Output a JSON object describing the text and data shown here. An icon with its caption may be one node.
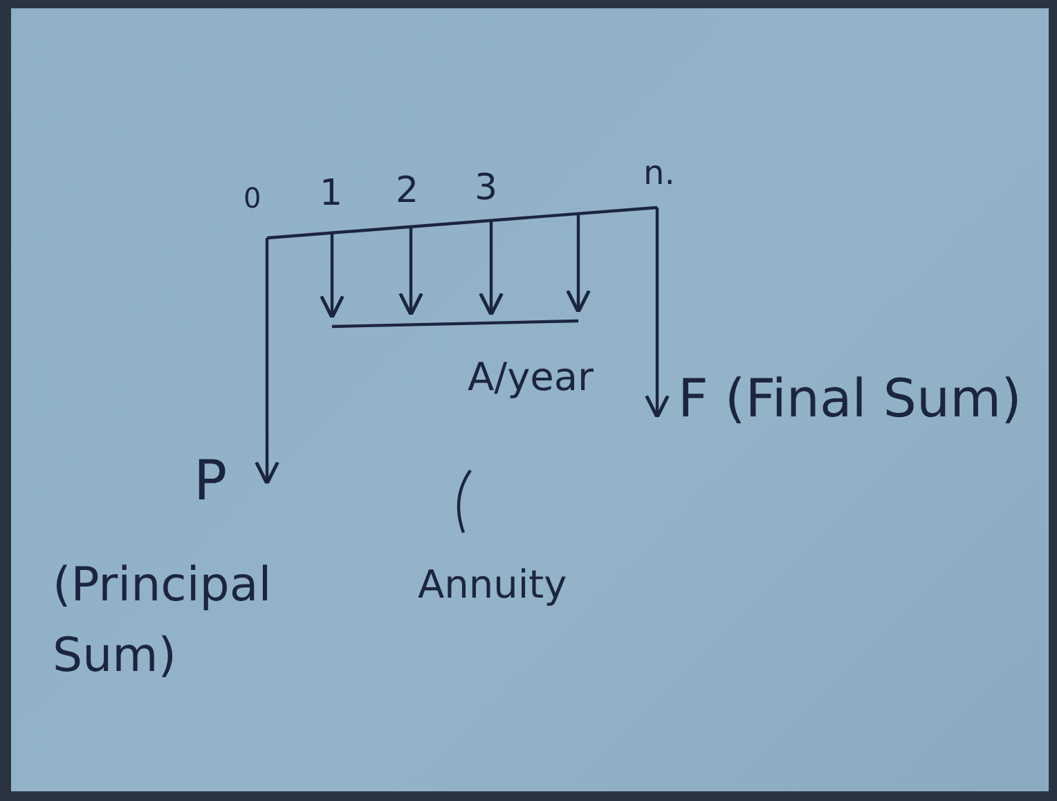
{
  "diagram": {
    "labels": [
      "0",
      "1",
      "2",
      "3",
      "n.",
      "P",
      "(Principal Sum)",
      "A/year",
      "Annuity",
      "F (Final Sum)"
    ]
  }
}
